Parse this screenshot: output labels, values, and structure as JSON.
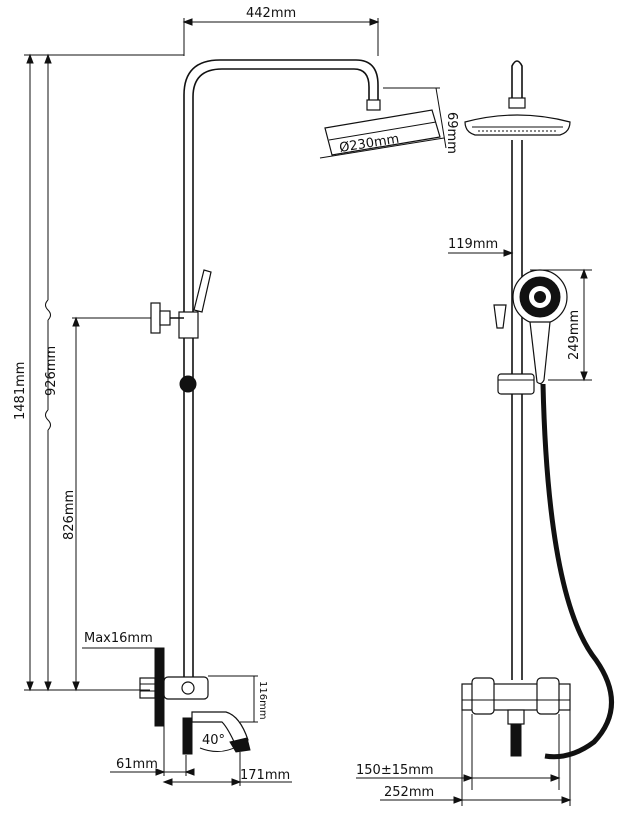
{
  "dimensions": {
    "arm_length": "442mm",
    "head_diameter": "Ø230mm",
    "head_height": "69mm",
    "total_height": "1481mm",
    "bar_height": "926mm",
    "outlet_height": "826mm",
    "wall_thickness": "Max16mm",
    "spout_height": "116mm",
    "spout_angle": "40°",
    "wall_offset": "61mm",
    "spout_length": "171mm",
    "handset_offset": "119mm",
    "handset_length": "249mm",
    "inlet_spacing": "150±15mm",
    "mixer_width": "252mm"
  }
}
